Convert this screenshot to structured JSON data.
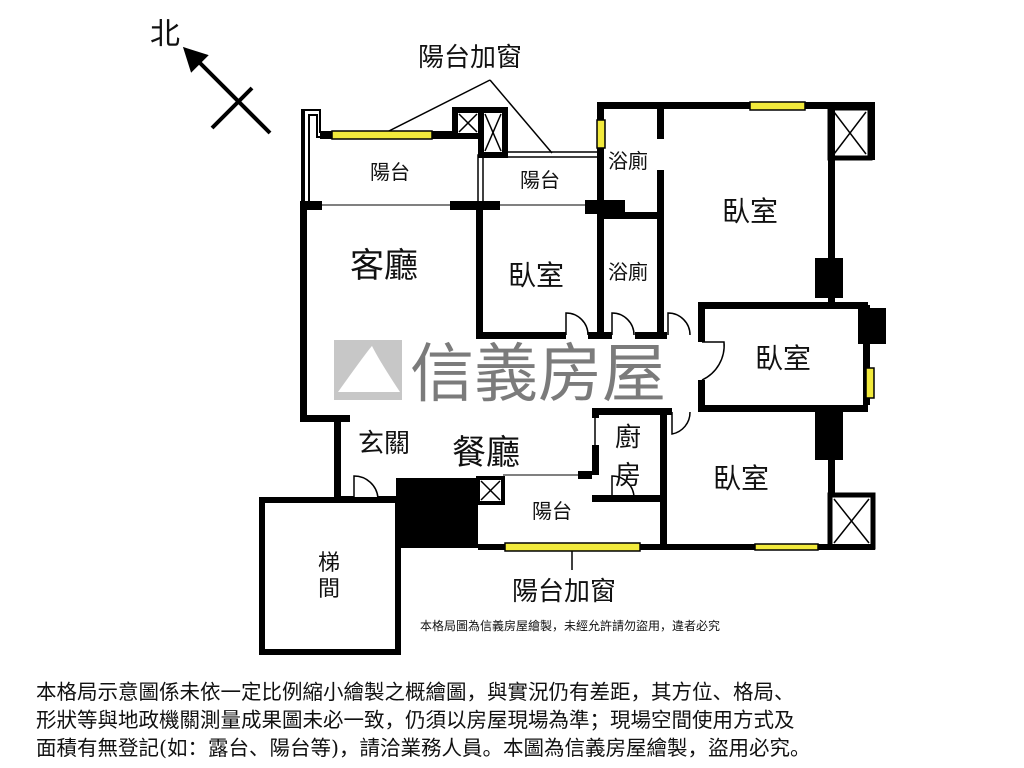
{
  "compass": {
    "north_label": "北"
  },
  "watermark": {
    "brand": "信義房屋",
    "notice": "本格局圖為信義房屋繪製，未經允許請勿盜用，違者必究",
    "color": "#a8a8a8"
  },
  "callouts": {
    "top": "陽台加窗",
    "bottom": "陽台加窗"
  },
  "rooms": {
    "balcony_left": "陽台",
    "balcony_mid": "陽台",
    "living_room": "客廳",
    "bedroom_small": "臥室",
    "bath_upper": "浴廁",
    "bath_lower": "浴廁",
    "bedroom_master": "臥室",
    "bedroom_middle": "臥室",
    "dining_room": "餐廳",
    "entrance": "玄關",
    "kitchen_1": "廚",
    "kitchen_2": "房",
    "balcony_bottom": "陽台",
    "bedroom_lower": "臥室",
    "stair_1": "梯",
    "stair_2": "間"
  },
  "colors": {
    "wall": "#000000",
    "window": "#f2ea3c"
  },
  "disclaimer": [
    "本格局示意圖係未依一定比例縮小繪製之概繪圖，與實況仍有差距，其方位、格局、",
    "形狀等與地政機關測量成果圖未必一致，仍須以房屋現場為準；現場空間使用方式及",
    "面積有無登記(如：露台、陽台等)，請洽業務人員。本圖為信義房屋繪製，盜用必究。"
  ]
}
